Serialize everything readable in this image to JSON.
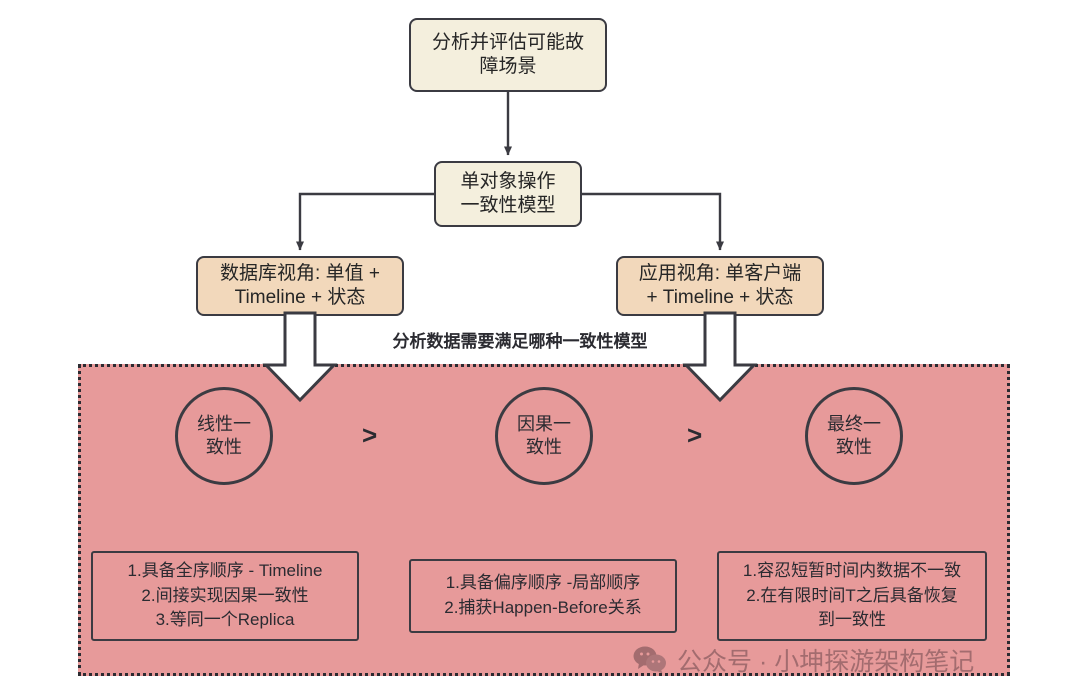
{
  "diagram": {
    "title_node": "分析并评估可能故\n障场景",
    "model_node": "单对象操作\n一致性模型",
    "db_view_node": "数据库视角: 单值 +\nTimeline + 状态",
    "app_view_node": "应用视角: 单客户端\n+ Timeline + 状态",
    "section_caption": "分析数据需要满足哪种一致性模型",
    "comparators": {
      "first": ">",
      "second": ">"
    },
    "levels": [
      {
        "circle": "线性一\n致性",
        "details": "1.具备全序顺序 - Timeline\n2.间接实现因果一致性\n3.等同一个Replica"
      },
      {
        "circle": "因果一\n致性",
        "details": "1.具备偏序顺序 -局部顺序\n2.捕获Happen-Before关系"
      },
      {
        "circle": "最终一\n致性",
        "details": "1.容忍短暂时间内数据不一致\n2.在有限时间T之后具备恢复\n到一致性"
      }
    ],
    "watermark": {
      "icon": "wechat-icon",
      "text": "公众号 · 小坤探游架构笔记"
    },
    "colors": {
      "cream_fill": "#f4efdd",
      "peach_fill": "#f2d8bb",
      "rose_fill": "#e79a9a",
      "stroke": "#3b3b42",
      "background": "#ffffff"
    }
  }
}
